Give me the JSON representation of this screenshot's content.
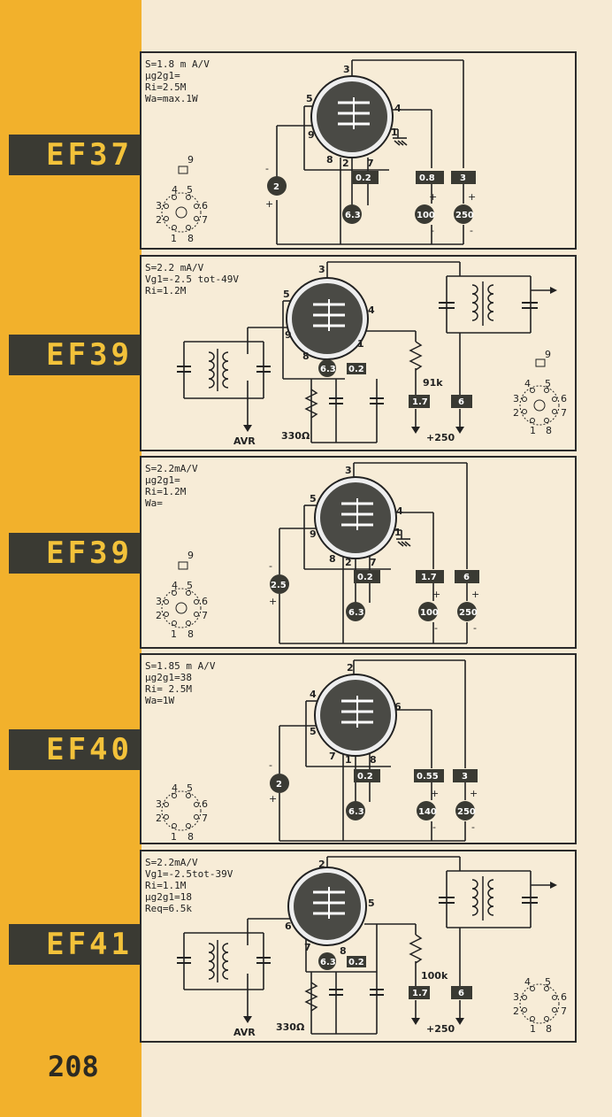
{
  "page_number": "208",
  "panels": [
    {
      "tube": "EF37",
      "specs": [
        "S=1.8 m A/V",
        "µg2g1=",
        "Ri=2.5M",
        "Wa=max.1W"
      ],
      "pins": {
        "p1": "3",
        "p2": "5",
        "p3": "9",
        "p4": "4",
        "p5": "1",
        "p6": "8",
        "p7": "2",
        "p8": "7"
      },
      "socket_pin": "9",
      "socket_pins": [
        "4",
        "5",
        "3",
        "6",
        "2",
        "7",
        "1",
        "8"
      ],
      "voltages": {
        "grid": "2",
        "screen_box": "0.2",
        "heater": "6.3",
        "g2_box": "0.8",
        "g2_circle": "100",
        "anode_box": "3",
        "anode_circle": "250"
      }
    },
    {
      "tube": "EF39",
      "specs": [
        "S=2.2 mA/V",
        "Vg1=-2.5 tot-49V",
        "Ri=1.2M"
      ],
      "pins": {
        "p1": "3",
        "p2": "5",
        "p3": "9",
        "p4": "4",
        "p5": "8",
        "p6": "1"
      },
      "socket_pin": "9",
      "socket_pins": [
        "4",
        "5",
        "3",
        "6",
        "2",
        "7",
        "1",
        "8"
      ],
      "voltages": {
        "heater": "6.3",
        "screen_box": "0.2",
        "resistor": "91k",
        "g2_box": "1.7",
        "anode_box": "6",
        "cathode_resistor": "330Ω",
        "avr": "AVR",
        "supply": "+250"
      }
    },
    {
      "tube": "EF39",
      "specs": [
        "S=2.2mA/V",
        "µg2g1=",
        "Ri=1.2M",
        "Wa="
      ],
      "pins": {
        "p1": "3",
        "p2": "5",
        "p3": "9",
        "p4": "4",
        "p5": "1",
        "p6": "8",
        "p7": "2",
        "p8": "7"
      },
      "socket_pin": "9",
      "socket_pins": [
        "4",
        "5",
        "3",
        "6",
        "2",
        "7",
        "1",
        "8"
      ],
      "voltages": {
        "grid": "2.5",
        "screen_box": "0.2",
        "heater": "6.3",
        "g2_box": "1.7",
        "g2_circle": "100",
        "anode_box": "6",
        "anode_circle": "250"
      }
    },
    {
      "tube": "EF40",
      "specs": [
        "S=1.85 m A/V",
        "µg2g1=38",
        "Ri= 2.5M",
        "Wa=1W"
      ],
      "pins": {
        "p1": "2",
        "p2": "4",
        "p3": "5",
        "p4": "6",
        "p5": "7",
        "p6": "1",
        "p7": "8"
      },
      "socket_pins": [
        "4",
        "5",
        "3",
        "6",
        "2",
        "7",
        "1",
        "8"
      ],
      "voltages": {
        "grid": "2",
        "screen_box": "0.2",
        "heater": "6.3",
        "g2_box": "0.55",
        "g2_circle": "140",
        "anode_box": "3",
        "anode_circle": "250"
      }
    },
    {
      "tube": "EF41",
      "specs": [
        "S=2.2mA/V",
        "Vg1=-2.5tot-39V",
        "Ri=1.1M",
        "µg2g1=18",
        "Req=6.5k"
      ],
      "pins": {
        "p1": "2",
        "p2": "5",
        "p3": "6",
        "p4": "7",
        "p5": "8"
      },
      "socket_pins": [
        "4",
        "5",
        "3",
        "6",
        "2",
        "7",
        "1",
        "8"
      ],
      "voltages": {
        "heater": "6.3",
        "screen_box": "0.2",
        "resistor": "100k",
        "g2_box": "1.7",
        "anode_box": "6",
        "cathode_resistor": "330Ω",
        "avr": "AVR",
        "supply": "+250"
      }
    }
  ]
}
